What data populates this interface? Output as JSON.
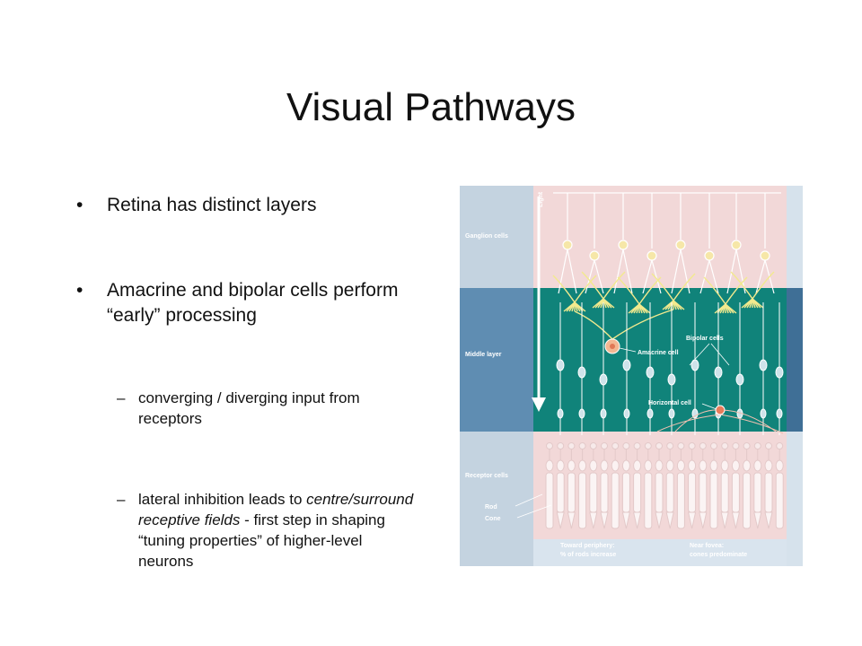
{
  "slide": {
    "title": "Visual Pathways",
    "bullets": [
      {
        "marker": "•",
        "text": "Retina has distinct layers"
      },
      {
        "marker": "•",
        "text": "Amacrine and bipolar cells perform “early” processing"
      }
    ],
    "subbullets": [
      {
        "marker": "–",
        "text": "converging / diverging input from receptors"
      },
      {
        "marker": "–",
        "parts": [
          {
            "text": "lateral inhibition leads to "
          },
          {
            "text": "centre/surround receptive fields",
            "italic": true
          },
          {
            "text": " - first step in shaping “tuning properties” of higher-level neurons"
          }
        ]
      }
    ]
  },
  "figure": {
    "light_label": "Light",
    "layers": {
      "ganglion": "Ganglion cells",
      "middle": "Middle layer",
      "receptor": "Receptor cells"
    },
    "cell_labels": {
      "bipolar": "Bipolar cells",
      "amacrine": "Amacrine cell",
      "horizontal": "Horizontal cell",
      "rod": "Rod",
      "cone": "Cone"
    },
    "footer": {
      "left_line1": "Toward periphery:",
      "left_line2": "% of rods increase",
      "right_line1": "Near fovea:",
      "right_line2": "cones predominate"
    },
    "colors": {
      "left_panel": "#c4d3e0",
      "pink": "#f2d8d8",
      "teal": "#10837a",
      "middle_blue": "#5f8db2",
      "cell": "#cfe3ea",
      "amacrine_fill": "#f3b792",
      "horizontal_fill": "#e97b5a",
      "yellow_dendrite": "#f2ea8e"
    }
  }
}
